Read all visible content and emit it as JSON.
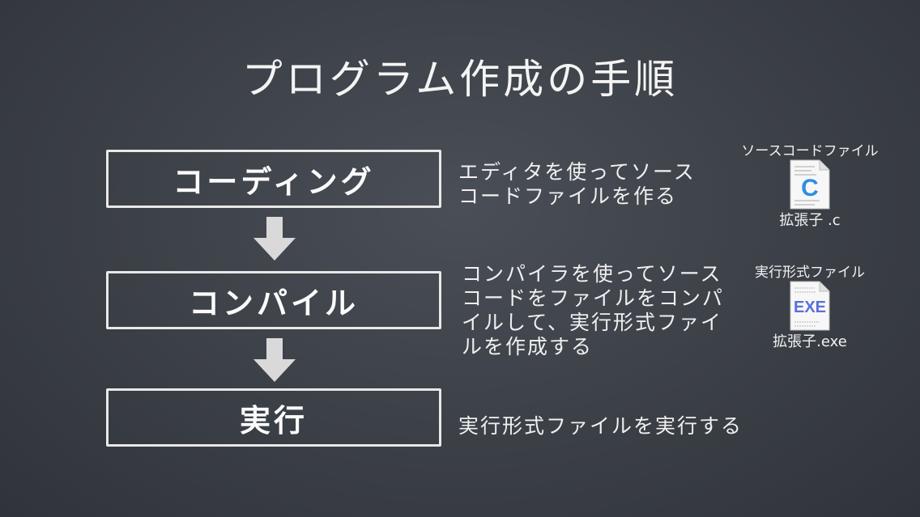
{
  "title": "プログラム作成の手順",
  "steps": [
    {
      "label": "コーディング",
      "description": "エディタを使ってソース\nコードファイルを作る",
      "file": {
        "label": "ソースコードファイル",
        "ext": "拡張子 .c",
        "icon": "c-source-file-icon",
        "glyph": "C",
        "accent": "#2f8de4"
      }
    },
    {
      "label": "コンパイル",
      "description": "コンパイラを使ってソース\nコードをファイルをコンパ\nイルして、実行形式ファイ\nルを作成する",
      "file": {
        "label": "実行形式ファイル",
        "ext": "拡張子.exe",
        "icon": "exe-file-icon",
        "glyph": "EXE",
        "accent": "#5a6fd8"
      }
    },
    {
      "label": "実行",
      "description": "実行形式ファイルを実行する"
    }
  ],
  "colors": {
    "background": "#3b3f46",
    "foreground": "#f2f2f2",
    "arrow": "#d9d9d9"
  }
}
